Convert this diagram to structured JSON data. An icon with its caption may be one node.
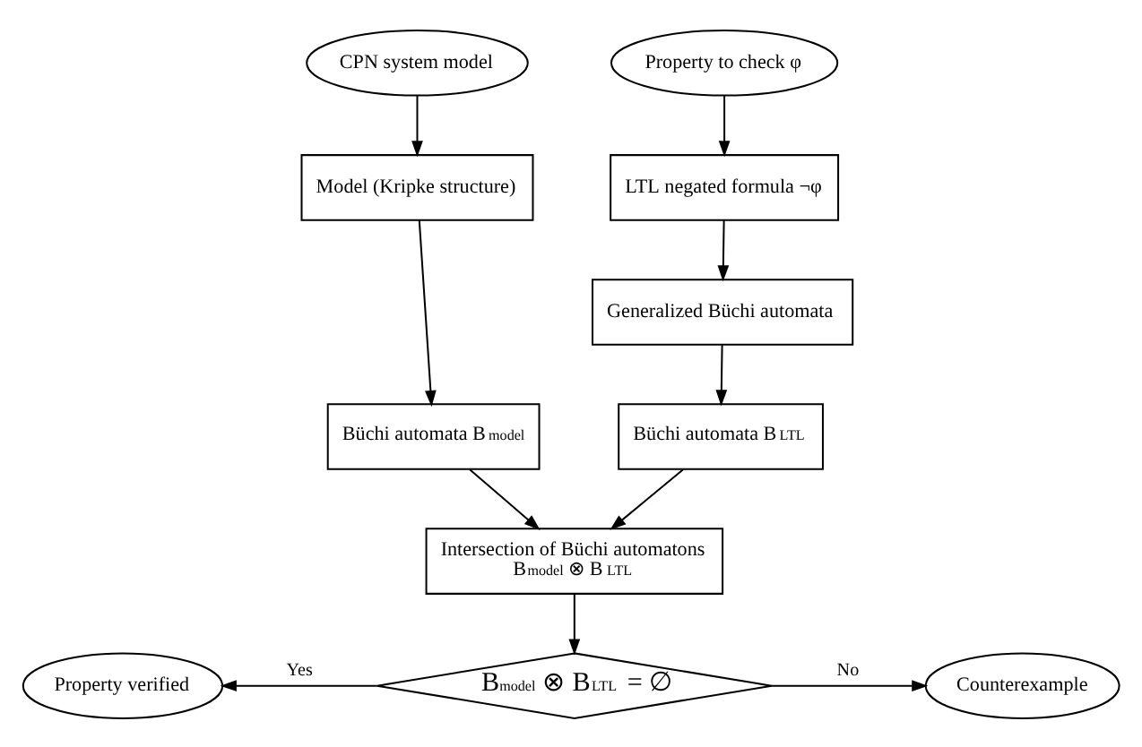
{
  "diagram": {
    "nodes": [
      {
        "text": [
          "CPN system model"
        ]
      },
      {
        "text": [
          "Property to check φ"
        ]
      },
      {
        "text": [
          "Model (Kripke structure)"
        ]
      },
      {
        "text": [
          "LTL negated formula ¬φ"
        ]
      },
      {
        "text": [
          "Generalized Büchi automata"
        ]
      },
      {
        "text": [
          "Büchi automata B$_{model}$"
        ]
      },
      {
        "text": [
          "Büchi automata B$_{LTL}$"
        ]
      },
      {
        "text": [
          "Intersection of Büchi automatons",
          "B$_{model}$ ⊗ B$_{LTL}$"
        ]
      },
      {
        "text": [
          "B$_{model}$ ⊗ B$_{LTL}$ = ∅"
        ]
      },
      {
        "text": [
          "Property verified"
        ]
      },
      {
        "text": [
          "Counterexample"
        ]
      }
    ],
    "edges": [
      {
        "from": 0,
        "to": 2,
        "arrow": "to"
      },
      {
        "from": 2,
        "to": 5,
        "arrow": "to"
      },
      {
        "from": 1,
        "to": 3,
        "arrow": "to"
      },
      {
        "from": 3,
        "to": 4,
        "arrow": "to"
      },
      {
        "from": 4,
        "to": 6,
        "arrow": "to"
      },
      {
        "from": 5,
        "to": 7,
        "arrow": "to"
      },
      {
        "from": 6,
        "to": 7,
        "arrow": "to"
      },
      {
        "from": 7,
        "to": 8,
        "arrow": "to"
      },
      {
        "from": 8,
        "to": 9,
        "arrow": "to",
        "label": "Yes"
      },
      {
        "from": 8,
        "to": 10,
        "arrow": "to",
        "label": "No"
      }
    ]
  }
}
